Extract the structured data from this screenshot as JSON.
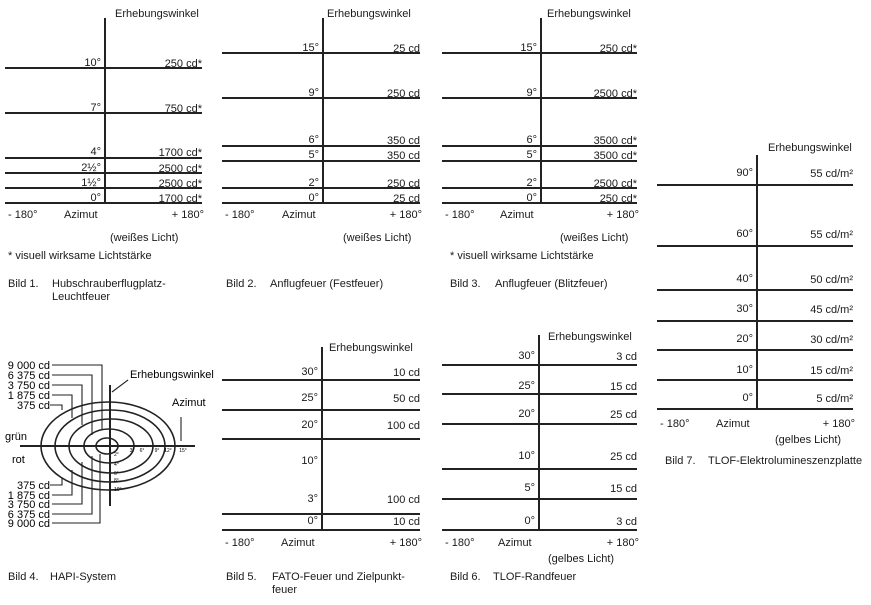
{
  "common": {
    "elevation_label": "Erhebungswinkel",
    "azimuth_label": "Azimut",
    "minus": "- 180°",
    "plus": "+ 180°"
  },
  "bild1": {
    "rows": [
      [
        "10°",
        "250 cd*"
      ],
      [
        "7°",
        "750 cd*"
      ],
      [
        "4°",
        "1700 cd*"
      ],
      [
        "2½°",
        "2500 cd*"
      ],
      [
        "1½°",
        "2500 cd*"
      ],
      [
        "0°",
        "1700 cd*"
      ]
    ],
    "light": "(weißes Licht)",
    "footnote": "* visuell wirksame Lichtstärke",
    "caption_num": "Bild 1.",
    "caption": "Hubschrauberflugplatz-",
    "caption2": "Leuchtfeuer"
  },
  "bild2": {
    "rows": [
      [
        "15°",
        "25 cd"
      ],
      [
        "9°",
        "250 cd"
      ],
      [
        "6°",
        "350 cd"
      ],
      [
        "5°",
        "350 cd"
      ],
      [
        "2°",
        "250 cd"
      ],
      [
        "0°",
        "25 cd"
      ]
    ],
    "light": "(weißes Licht)",
    "caption_num": "Bild 2.",
    "caption": "Anflugfeuer (Festfeuer)"
  },
  "bild3": {
    "rows": [
      [
        "15°",
        "250 cd*"
      ],
      [
        "9°",
        "2500 cd*"
      ],
      [
        "6°",
        "3500 cd*"
      ],
      [
        "5°",
        "3500 cd*"
      ],
      [
        "2°",
        "2500 cd*"
      ],
      [
        "0°",
        "250 cd*"
      ]
    ],
    "light": "(weißes Licht)",
    "footnote": "* visuell wirksame Lichtstärke",
    "caption_num": "Bild 3.",
    "caption": "Anflugfeuer (Blitzfeuer)"
  },
  "bild4": {
    "top_labels": [
      "9 000 cd",
      "6 375 cd",
      "3 750 cd",
      "1 875 cd",
      "375 cd"
    ],
    "bottom_labels": [
      "375 cd",
      "1 875 cd",
      "3 750 cd",
      "6 375 cd",
      "9 000 cd"
    ],
    "green": "grün",
    "red": "rot",
    "azimuth_ticks": [
      "3°",
      "6°",
      "9°",
      "12°",
      "15°"
    ],
    "elevation_ticks": [
      "2°",
      "4°",
      "6°",
      "8°",
      "10°"
    ],
    "caption_num": "Bild 4.",
    "caption": "HAPI-System"
  },
  "bild5": {
    "rows": [
      [
        "30°",
        "10 cd"
      ],
      [
        "25°",
        "50 cd"
      ],
      [
        "20°",
        "100 cd"
      ],
      [
        "10°",
        ""
      ],
      [
        "3°",
        "100 cd"
      ],
      [
        "0°",
        "10 cd"
      ]
    ],
    "caption_num": "Bild 5.",
    "caption": "FATO-Feuer und Zielpunkt-",
    "caption2": "feuer"
  },
  "bild6": {
    "rows": [
      [
        "30°",
        "3 cd"
      ],
      [
        "25°",
        "15 cd"
      ],
      [
        "20°",
        "25 cd"
      ],
      [
        "10°",
        "25 cd"
      ],
      [
        "5°",
        "15 cd"
      ],
      [
        "0°",
        "3 cd"
      ]
    ],
    "light": "(gelbes Licht)",
    "caption_num": "Bild 6.",
    "caption": "TLOF-Randfeuer"
  },
  "bild7": {
    "rows": [
      [
        "90°",
        "55 cd/m²"
      ],
      [
        "60°",
        "55 cd/m²"
      ],
      [
        "40°",
        "50 cd/m²"
      ],
      [
        "30°",
        "45 cd/m²"
      ],
      [
        "20°",
        "30 cd/m²"
      ],
      [
        "10°",
        "15 cd/m²"
      ],
      [
        "0°",
        "5 cd/m²"
      ]
    ],
    "light": "(gelbes Licht)",
    "caption_num": "Bild 7.",
    "caption": "TLOF-Elektrolumineszenzplatte"
  }
}
